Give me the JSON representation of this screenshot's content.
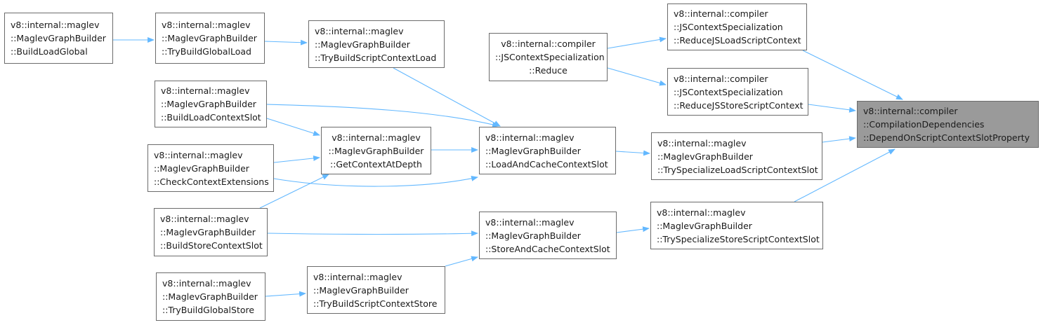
{
  "graph": {
    "edge_color": "#63b8ff",
    "focus_fill": "#9a9a9a",
    "nodes": [
      {
        "id": "n1",
        "lines": [
          "v8::internal::maglev",
          "::MaglevGraphBuilder",
          "::BuildLoadGlobal"
        ]
      },
      {
        "id": "n2",
        "lines": [
          "v8::internal::maglev",
          "::MaglevGraphBuilder",
          "::TryBuildGlobalLoad"
        ]
      },
      {
        "id": "n3",
        "lines": [
          "v8::internal::maglev",
          "::MaglevGraphBuilder",
          "::TryBuildScriptContextLoad"
        ]
      },
      {
        "id": "n4",
        "lines": [
          "v8::internal::compiler",
          "::JSContextSpecialization",
          "::Reduce"
        ]
      },
      {
        "id": "n5",
        "lines": [
          "v8::internal::compiler",
          "::JSContextSpecialization",
          "::ReduceJSLoadScriptContext"
        ]
      },
      {
        "id": "n6",
        "lines": [
          "v8::internal::compiler",
          "::JSContextSpecialization",
          "::ReduceJSStoreScriptContext"
        ]
      },
      {
        "id": "n7",
        "lines": [
          "v8::internal::compiler",
          "::CompilationDependencies",
          "::DependOnScriptContextSlotProperty"
        ]
      },
      {
        "id": "n8",
        "lines": [
          "v8::internal::maglev",
          "::MaglevGraphBuilder",
          "::BuildLoadContextSlot"
        ]
      },
      {
        "id": "n9",
        "lines": [
          "v8::internal::maglev",
          "::MaglevGraphBuilder",
          "::GetContextAtDepth"
        ]
      },
      {
        "id": "n10",
        "lines": [
          "v8::internal::maglev",
          "::MaglevGraphBuilder",
          "::LoadAndCacheContextSlot"
        ]
      },
      {
        "id": "n11",
        "lines": [
          "v8::internal::maglev",
          "::MaglevGraphBuilder",
          "::TrySpecializeLoadScriptContextSlot"
        ]
      },
      {
        "id": "n12",
        "lines": [
          "v8::internal::maglev",
          "::MaglevGraphBuilder",
          "::CheckContextExtensions"
        ]
      },
      {
        "id": "n13",
        "lines": [
          "v8::internal::maglev",
          "::MaglevGraphBuilder",
          "::BuildStoreContextSlot"
        ]
      },
      {
        "id": "n14",
        "lines": [
          "v8::internal::maglev",
          "::MaglevGraphBuilder",
          "::StoreAndCacheContextSlot"
        ]
      },
      {
        "id": "n15",
        "lines": [
          "v8::internal::maglev",
          "::MaglevGraphBuilder",
          "::TrySpecializeStoreScriptContextSlot"
        ]
      },
      {
        "id": "n16",
        "lines": [
          "v8::internal::maglev",
          "::MaglevGraphBuilder",
          "::TryBuildGlobalStore"
        ]
      },
      {
        "id": "n17",
        "lines": [
          "v8::internal::maglev",
          "::MaglevGraphBuilder",
          "::TryBuildScriptContextStore"
        ]
      }
    ],
    "edges": [
      {
        "from": "n1",
        "to": "n2"
      },
      {
        "from": "n2",
        "to": "n3"
      },
      {
        "from": "n3",
        "to": "n10"
      },
      {
        "from": "n4",
        "to": "n5"
      },
      {
        "from": "n4",
        "to": "n6"
      },
      {
        "from": "n5",
        "to": "n7"
      },
      {
        "from": "n6",
        "to": "n7"
      },
      {
        "from": "n8",
        "to": "n10"
      },
      {
        "from": "n8",
        "to": "n9"
      },
      {
        "from": "n12",
        "to": "n9"
      },
      {
        "from": "n12",
        "to": "n10"
      },
      {
        "from": "n13",
        "to": "n9"
      },
      {
        "from": "n9",
        "to": "n10"
      },
      {
        "from": "n10",
        "to": "n11"
      },
      {
        "from": "n11",
        "to": "n7"
      },
      {
        "from": "n13",
        "to": "n14"
      },
      {
        "from": "n16",
        "to": "n17"
      },
      {
        "from": "n17",
        "to": "n14"
      },
      {
        "from": "n14",
        "to": "n15"
      },
      {
        "from": "n15",
        "to": "n7"
      }
    ]
  }
}
